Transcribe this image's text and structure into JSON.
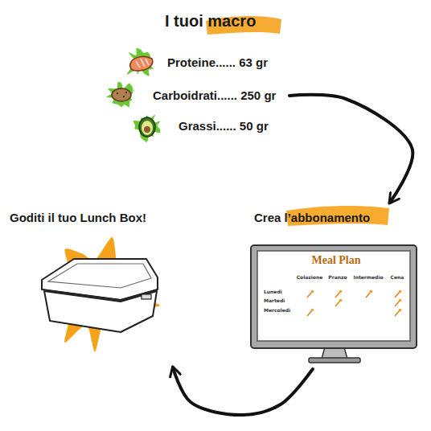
{
  "diagram": {
    "nodes": [
      {
        "text": [
          "I tuoi macro",
          "Proteine...... 63 gr",
          "Carboidrati...... 250 gr",
          "Grassi...... 50 gr"
        ]
      },
      {
        "text": [
          "Goditi il tuo Lunch Box!"
        ]
      },
      {
        "text": [
          "Crea l’abbonamento"
        ]
      },
      {
        "text": [
          "Meal Plan"
        ],
        "in": 2
      }
    ],
    "edges": [
      {
        "from": 0,
        "to": 2,
        "arrow": "to"
      },
      {
        "from": 2,
        "to": 1,
        "arrow": "to"
      }
    ],
    "labels": [
      "Colazione",
      "Pranzo",
      "Intermedio",
      "Cena",
      "Lunedì",
      "Martedì",
      "Mercoledì"
    ]
  }
}
